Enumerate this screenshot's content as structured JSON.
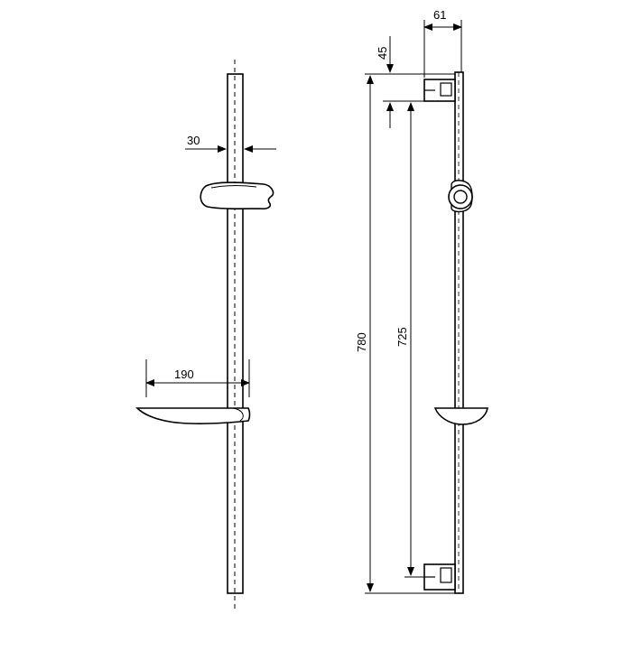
{
  "dimensions": {
    "rail_diameter": "30",
    "soap_dish_reach": "190",
    "wall_offset": "61",
    "top_bracket_offset": "45",
    "bracket_spacing": "725",
    "total_length": "780"
  }
}
